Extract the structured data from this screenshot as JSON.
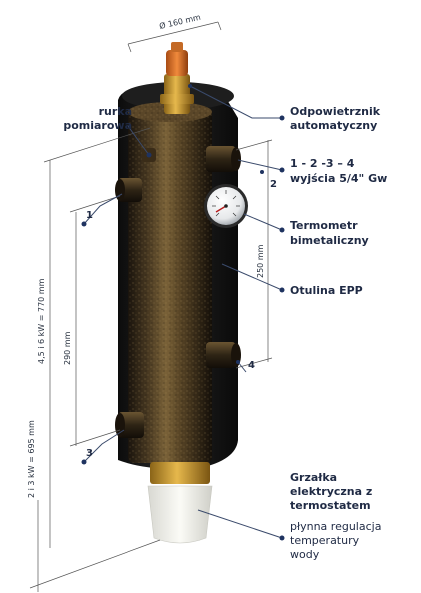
{
  "labels": {
    "diameter": "Ø 160 mm",
    "rurka_line1": "rurka",
    "rurka_line2": "pomiarowa",
    "odpow_line1": "Odpowietrznik",
    "odpow_line2": "automatyczny",
    "outputs_line1": "1 - 2 -3 – 4",
    "outputs_line2": "wyjścia 5/4\" Gw",
    "termo_line1": "Termometr",
    "termo_line2": "bimetaliczny",
    "otulina": "Otulina EPP",
    "grzalka_line1": "Grzałka",
    "grzalka_line2": "elektryczna z",
    "grzalka_line3": "termostatem",
    "plynna_line1": "płynna regulacja",
    "plynna_line2": "temperatury",
    "plynna_line3": "wody",
    "dim_250": "250 mm",
    "dim_290": "290 mm",
    "dim_770": "4,5 i 6 kW = 770 mm",
    "dim_695": "2 i 3 kW = 695 mm",
    "port_1": "1",
    "port_2": "2",
    "port_3": "3",
    "port_4": "4"
  },
  "colors": {
    "label_text": "#1f2a44",
    "leader_dot": "#1f3360",
    "body_dark": "#2a2118",
    "body_bronze": "#6b5532",
    "insulation": "#141414",
    "brass": "#c9962e",
    "vent_cap": "#d2691e"
  }
}
